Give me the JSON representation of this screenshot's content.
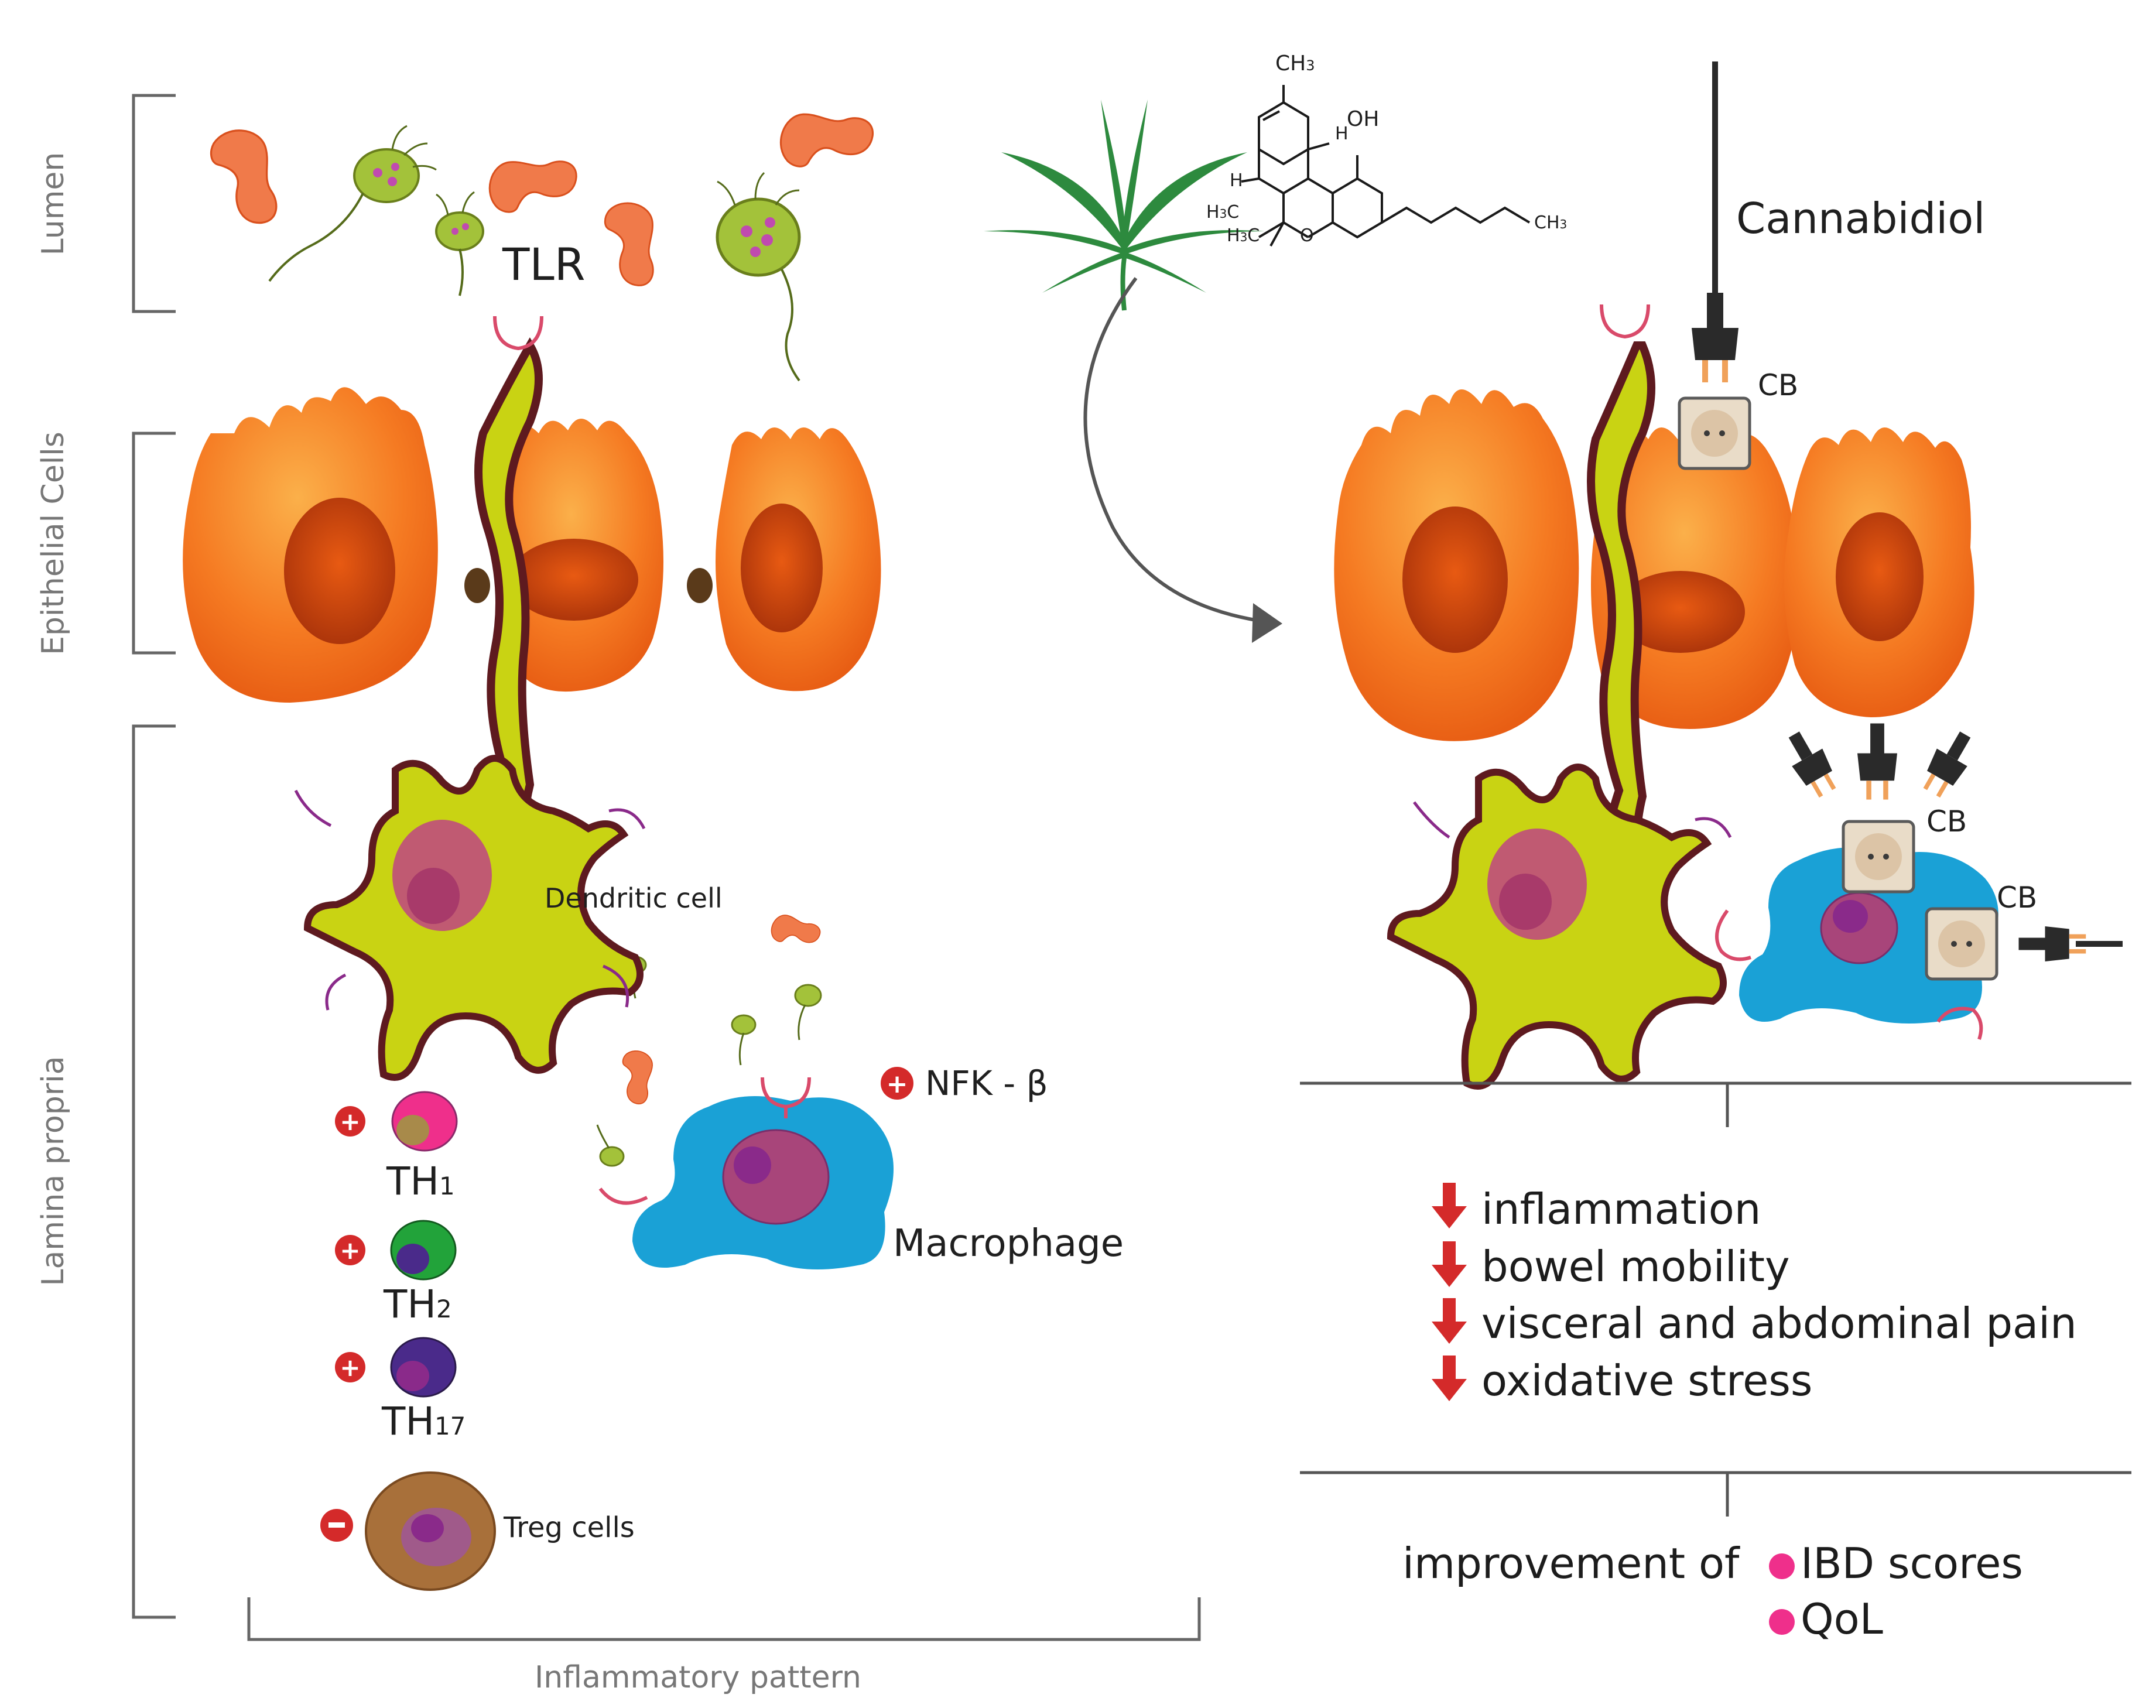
{
  "regions": {
    "lumen": "Lumen",
    "epithelial": "Epithelial Cells",
    "lamina": "Lamina propria",
    "pattern": "Inflammatory pattern"
  },
  "labels": {
    "tlr": "TLR",
    "dendritic": "Dendritic cell",
    "macrophage": "Macrophage",
    "nfk": "NFK - β",
    "treg": "Treg cells",
    "th1": {
      "base": "TH",
      "sub": "1"
    },
    "th2": {
      "base": "TH",
      "sub": "2"
    },
    "th17": {
      "base": "TH",
      "sub": "17"
    },
    "cannabidiol": "Cannabidiol",
    "cb": "CB"
  },
  "molecule": {
    "ch3_top": "CH",
    "ch3_top_sub": "3",
    "oh": "OH",
    "h1": "H",
    "h2": "H",
    "h3c_a": "H",
    "h3c_a_sub": "3",
    "h3c_a_tail": "C",
    "h3c_b": "H",
    "h3c_b_sub": "3",
    "h3c_b_tail": "C",
    "o": "O",
    "ch3_chain": "CH",
    "ch3_chain_sub": "3"
  },
  "signs": {
    "plus": "+",
    "minus": "−"
  },
  "effects": [
    "inflammation",
    "bowel mobility",
    "visceral and abdominal pain",
    "oxidative stress"
  ],
  "outcome": {
    "prefix": "improvement of",
    "items": [
      "IBD scores",
      "QoL"
    ]
  },
  "colors": {
    "epithelial": "#f57a22",
    "nucleus": "#d94a0f",
    "dendritic": "#c9d313",
    "dendritic_outline": "#5e1a1f",
    "macrophage": "#1aa1d6",
    "arrow_red": "#d42a2a",
    "bullet_pink": "#ef2f8b",
    "leaf": "#2d8a3e",
    "socket": "#e9dcc8"
  }
}
